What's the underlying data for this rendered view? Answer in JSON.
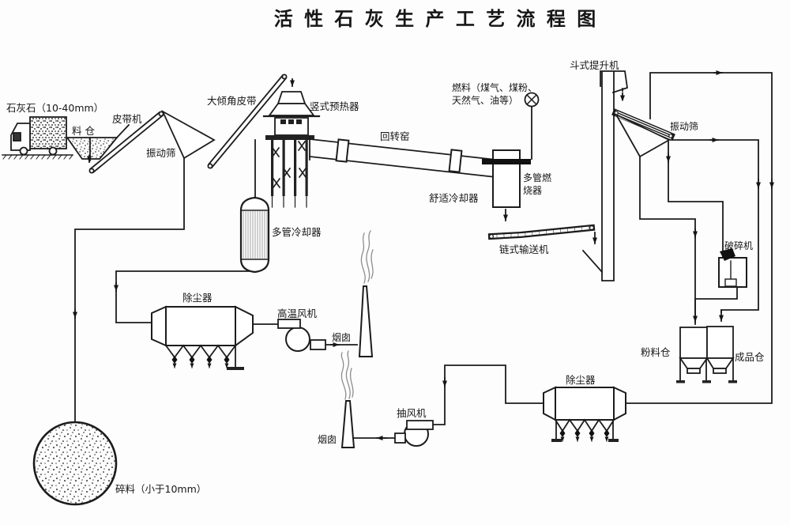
{
  "title": "活 性 石 灰 生 产 工 艺 流 程 图",
  "labels": {
    "limestone": "石灰石（10-40mm）",
    "material_bin": "料  仓",
    "belt_conveyor": "皮带机",
    "vibrating_screen_left": "振动筛",
    "incline_belt": "大倾角皮带",
    "preheater": "竖式预热器",
    "fuel_line1": "燃料（煤气、煤粉、",
    "fuel_line2": "天然气、油等）",
    "rotary_kiln": "回转窑",
    "burner_line1": "多管燃",
    "burner_line2": "烧器",
    "vertical_cooler": "舒适冷却器",
    "chain_conveyor": "链式输送机",
    "bucket_elevator": "斗式提升机",
    "vibrating_screen_right": "振动筛",
    "crusher": "破碎机",
    "multi_tube_cooler": "多管冷却器",
    "dust_collector_left": "除尘器",
    "ht_fan": "高温风机",
    "chimney_top": "烟囱",
    "powder_bin": "粉料仓",
    "product_bin": "成品仓",
    "dust_collector_right": "除尘器",
    "exhaust_fan": "抽风机",
    "chimney_bottom": "烟囱",
    "crushed_material": "碎料（小于10mm）"
  },
  "colors": {
    "line": "#1c1c1c",
    "smoke": "#8d8d8d",
    "background": "#fdfdfd"
  }
}
